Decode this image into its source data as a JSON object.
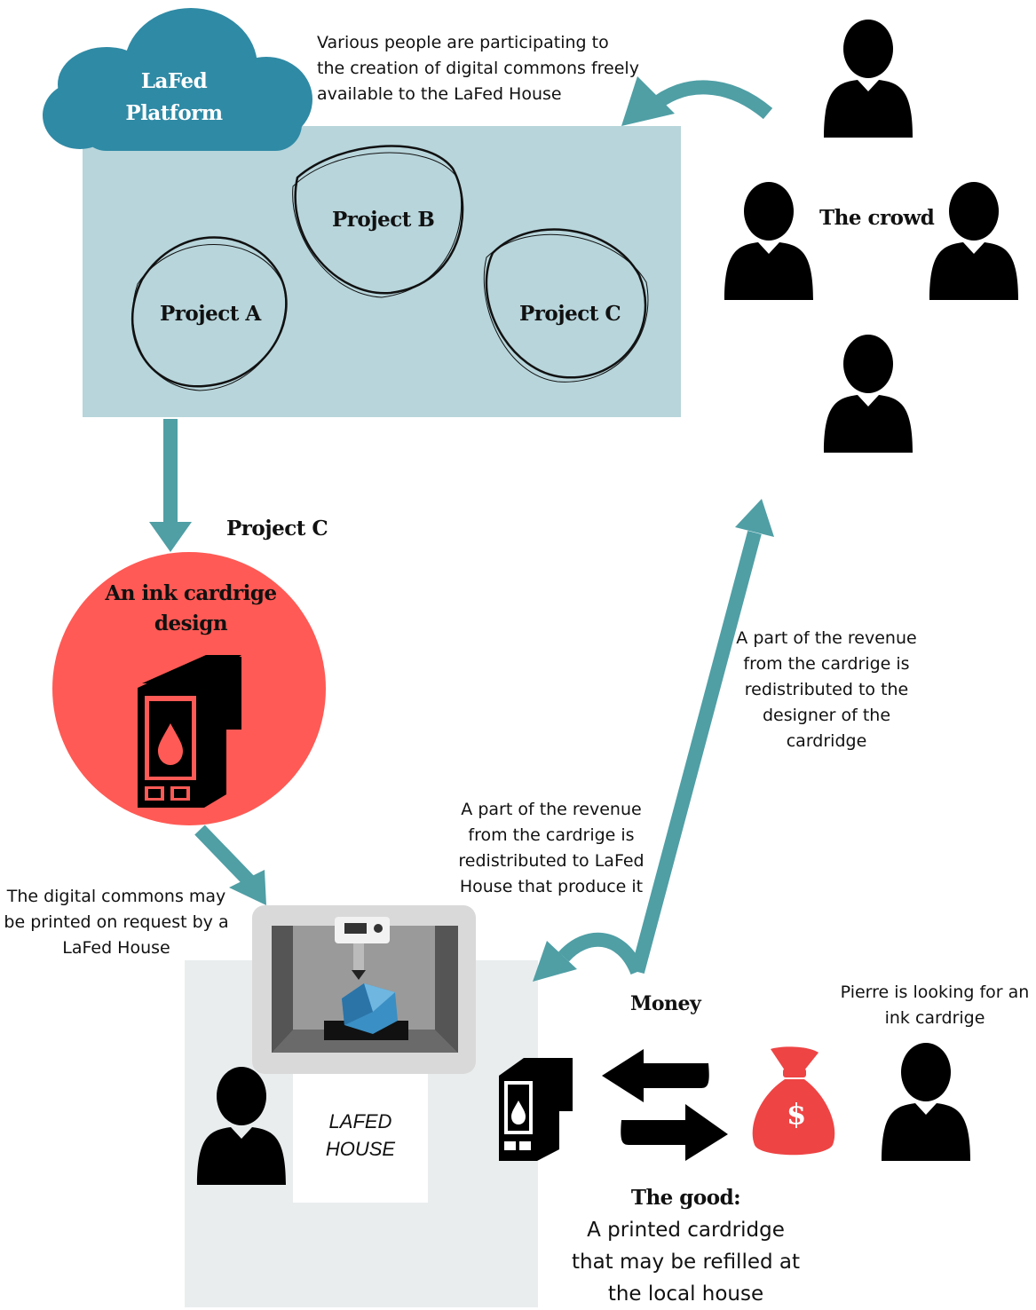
{
  "platform": {
    "cloud_label_line1": "LaFed",
    "cloud_label_line2": "Platform",
    "cloud_color": "#2f8aa5",
    "box_color": "#b7d5db",
    "projects": [
      {
        "label": "Project A"
      },
      {
        "label": "Project B"
      },
      {
        "label": "Project C"
      }
    ],
    "crowd_note": [
      "Various people are participating to",
      "the creation of digital commons freely",
      "available to the LaFed House"
    ]
  },
  "crowd": {
    "label": "The crowd"
  },
  "project_c_label": "Project C",
  "design": {
    "title_line1": "An ink cardrige",
    "title_line2": "design",
    "circle_color": "#ff5a55"
  },
  "notes": {
    "print_on_request": [
      "The digital commons may",
      "be printed on request by a",
      "LaFed House"
    ],
    "revenue_house": [
      "A part of the revenue",
      "from the cardrige is",
      "redistributed to LaFed",
      "House that produce it"
    ],
    "revenue_designer": [
      "A part of the revenue",
      "from the cardrige is",
      "redistributed to the",
      "designer of the",
      "cardridge"
    ],
    "pierre": [
      "Pierre is looking for an",
      "ink cardrige"
    ]
  },
  "house": {
    "label_line1": "LAFED",
    "label_line2": "HOUSE",
    "bg_color": "#e9edee"
  },
  "exchange": {
    "money_label": "Money",
    "good_title": "The good:",
    "good_lines": [
      "A printed cardridge",
      "that may be refilled at",
      "the local house"
    ],
    "bag_color": "#ee4444",
    "bag_symbol": "$"
  },
  "colors": {
    "arrow_teal": "#4f9fa5",
    "icon_black": "#000000"
  }
}
